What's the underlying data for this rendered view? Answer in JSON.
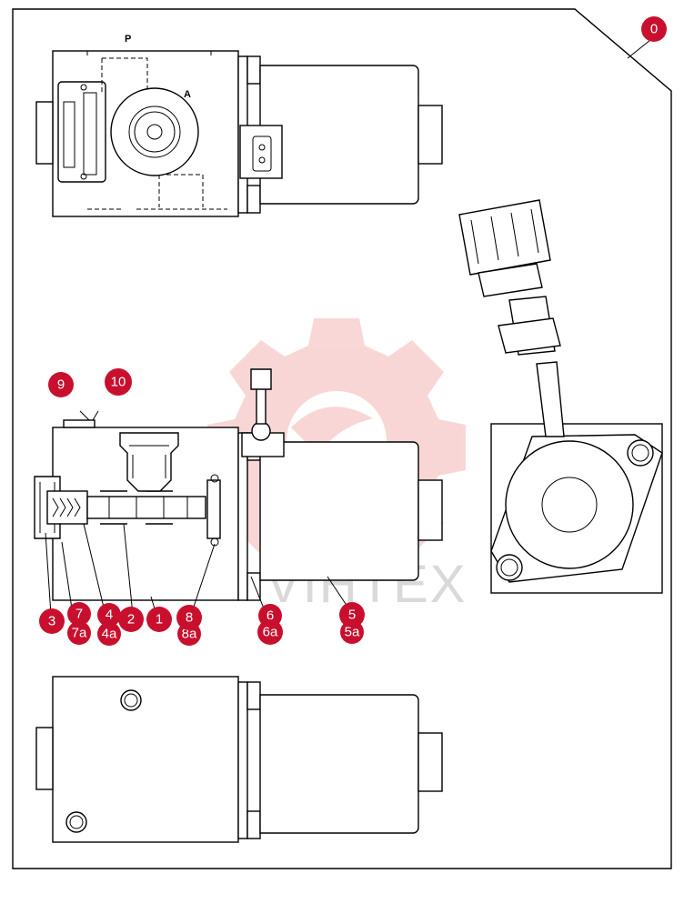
{
  "diagram": {
    "port_labels": {
      "p": "P",
      "a": "A"
    },
    "watermark": "VIHTEX",
    "callouts": [
      {
        "id": "0",
        "label": "0"
      },
      {
        "id": "9",
        "label": "9"
      },
      {
        "id": "10",
        "label": "10"
      },
      {
        "id": "3",
        "label": "3"
      },
      {
        "id": "7",
        "label": "7"
      },
      {
        "id": "7a",
        "label": "7a"
      },
      {
        "id": "4",
        "label": "4"
      },
      {
        "id": "4a",
        "label": "4a"
      },
      {
        "id": "2",
        "label": "2"
      },
      {
        "id": "1",
        "label": "1"
      },
      {
        "id": "8",
        "label": "8"
      },
      {
        "id": "8a",
        "label": "8a"
      },
      {
        "id": "6",
        "label": "6"
      },
      {
        "id": "6a",
        "label": "6a"
      },
      {
        "id": "5",
        "label": "5"
      },
      {
        "id": "5a",
        "label": "5a"
      }
    ]
  },
  "colors": {
    "badge": "#c8102e",
    "line": "#000000",
    "watermark": "#f3b8b8"
  }
}
